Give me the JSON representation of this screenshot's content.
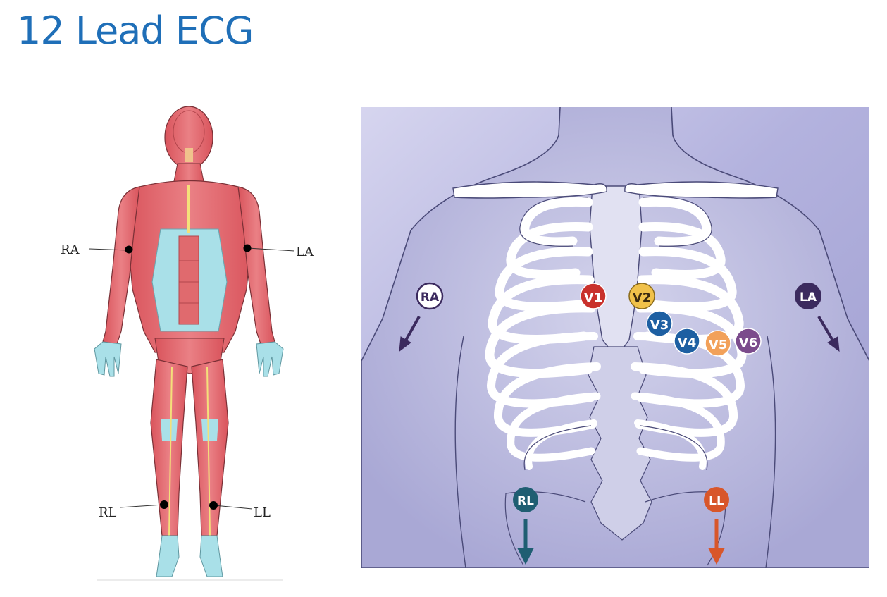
{
  "title": "12 Lead ECG",
  "limb_figure": {
    "labels": {
      "ra": "RA",
      "la": "LA",
      "rl": "RL",
      "ll": "LL"
    }
  },
  "chest_diagram": {
    "limb_badges": {
      "ra": "RA",
      "la": "LA",
      "rl": "RL",
      "ll": "LL"
    },
    "precordial_badges": {
      "v1": "V1",
      "v2": "V2",
      "v3": "V3",
      "v4": "V4",
      "v5": "V5",
      "v6": "V6"
    }
  },
  "colors": {
    "title": "#1f6fb8",
    "muscle": "#e06a6e",
    "fascia": "#a9e0e8",
    "panel_bg": "#b7b6dd",
    "v1": "#c9312c",
    "v2": "#f0c14a",
    "v3": "#1d5fa2",
    "v4": "#1d5fa2",
    "v5": "#f2a15a",
    "v6": "#7b4b8c",
    "ra": "#ffffff",
    "la": "#3b2a5e",
    "rl": "#1f5e72",
    "ll": "#d8562a"
  }
}
